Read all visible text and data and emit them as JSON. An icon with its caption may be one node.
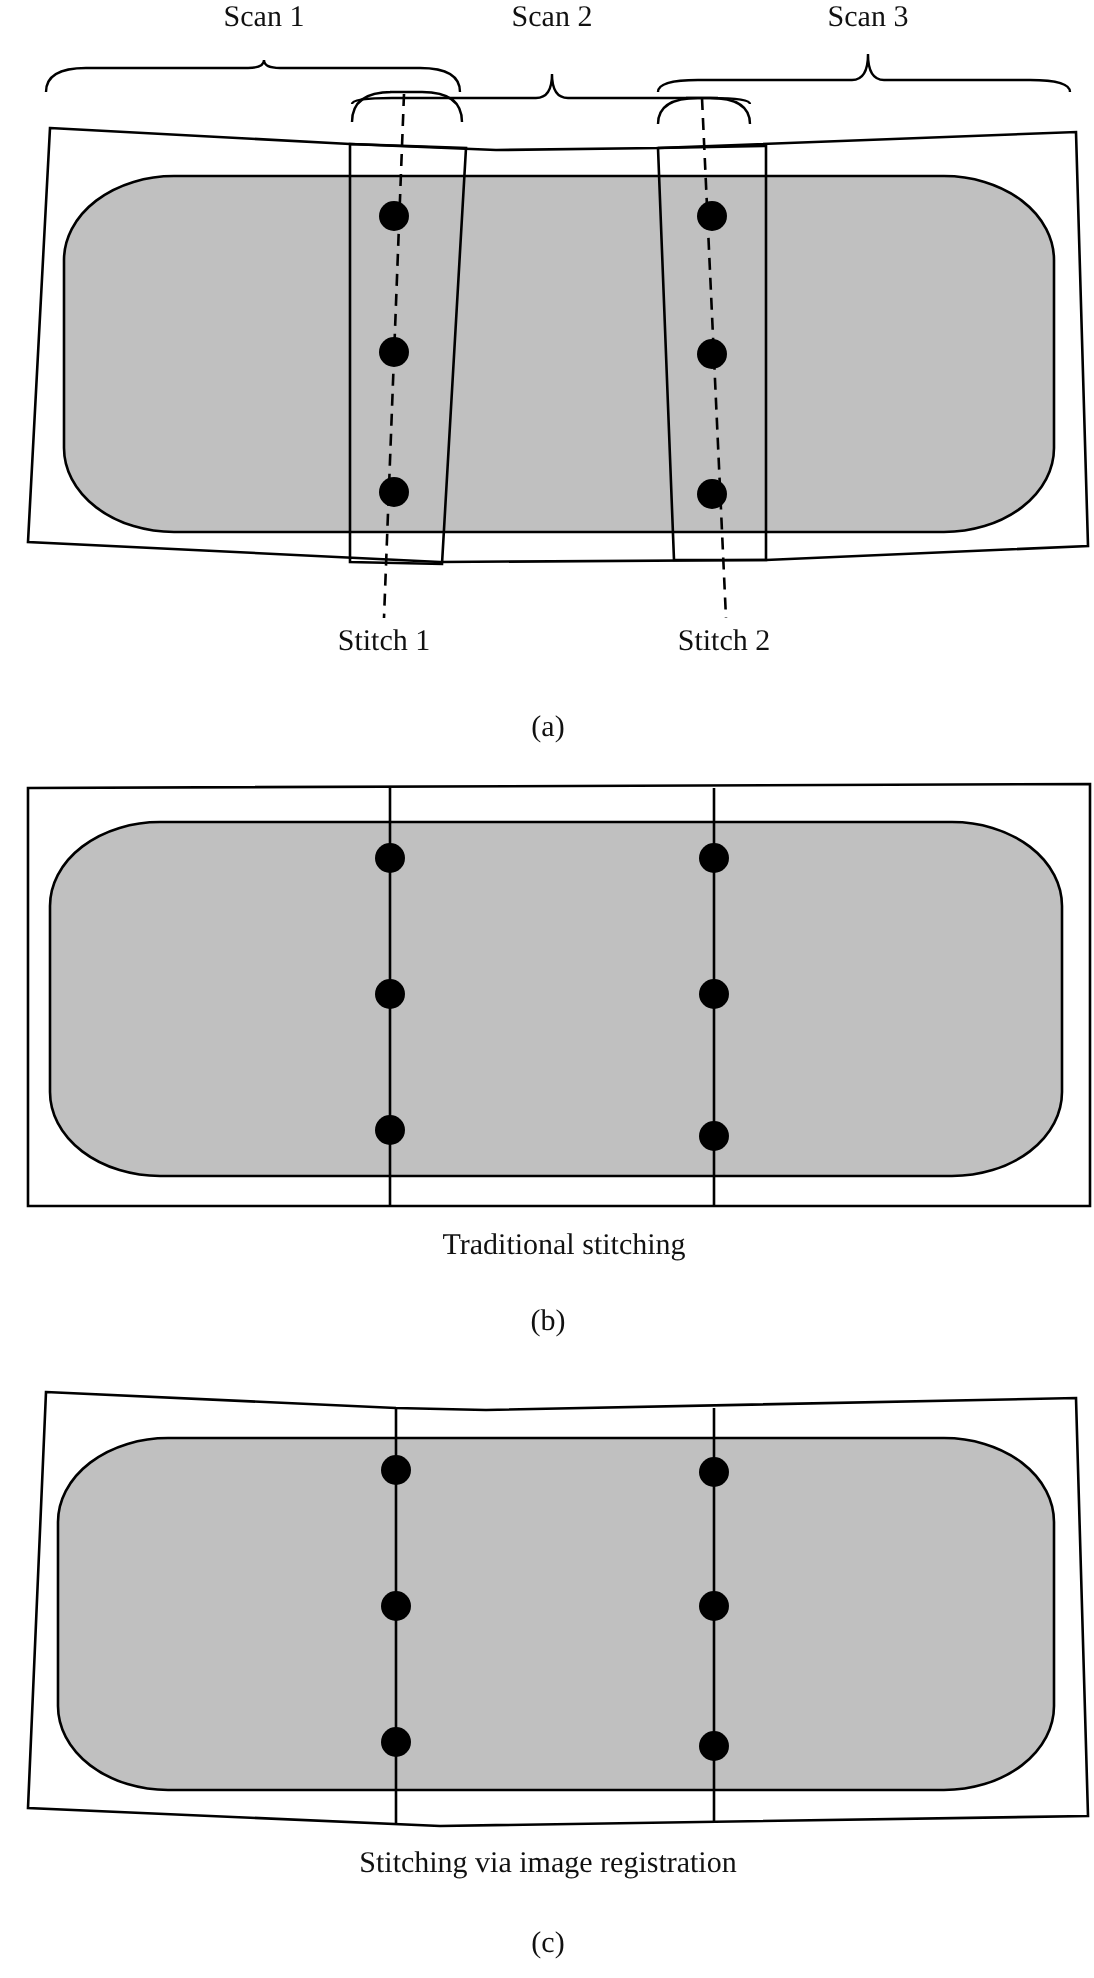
{
  "diagram": {
    "labels": [
      "Scan 1",
      "Scan 2",
      "Scan 3",
      "Stitch 1",
      "Stitch 2",
      "(a)",
      "Traditional stitching",
      "(b)",
      "Stitching via image registration",
      "(c)"
    ]
  }
}
